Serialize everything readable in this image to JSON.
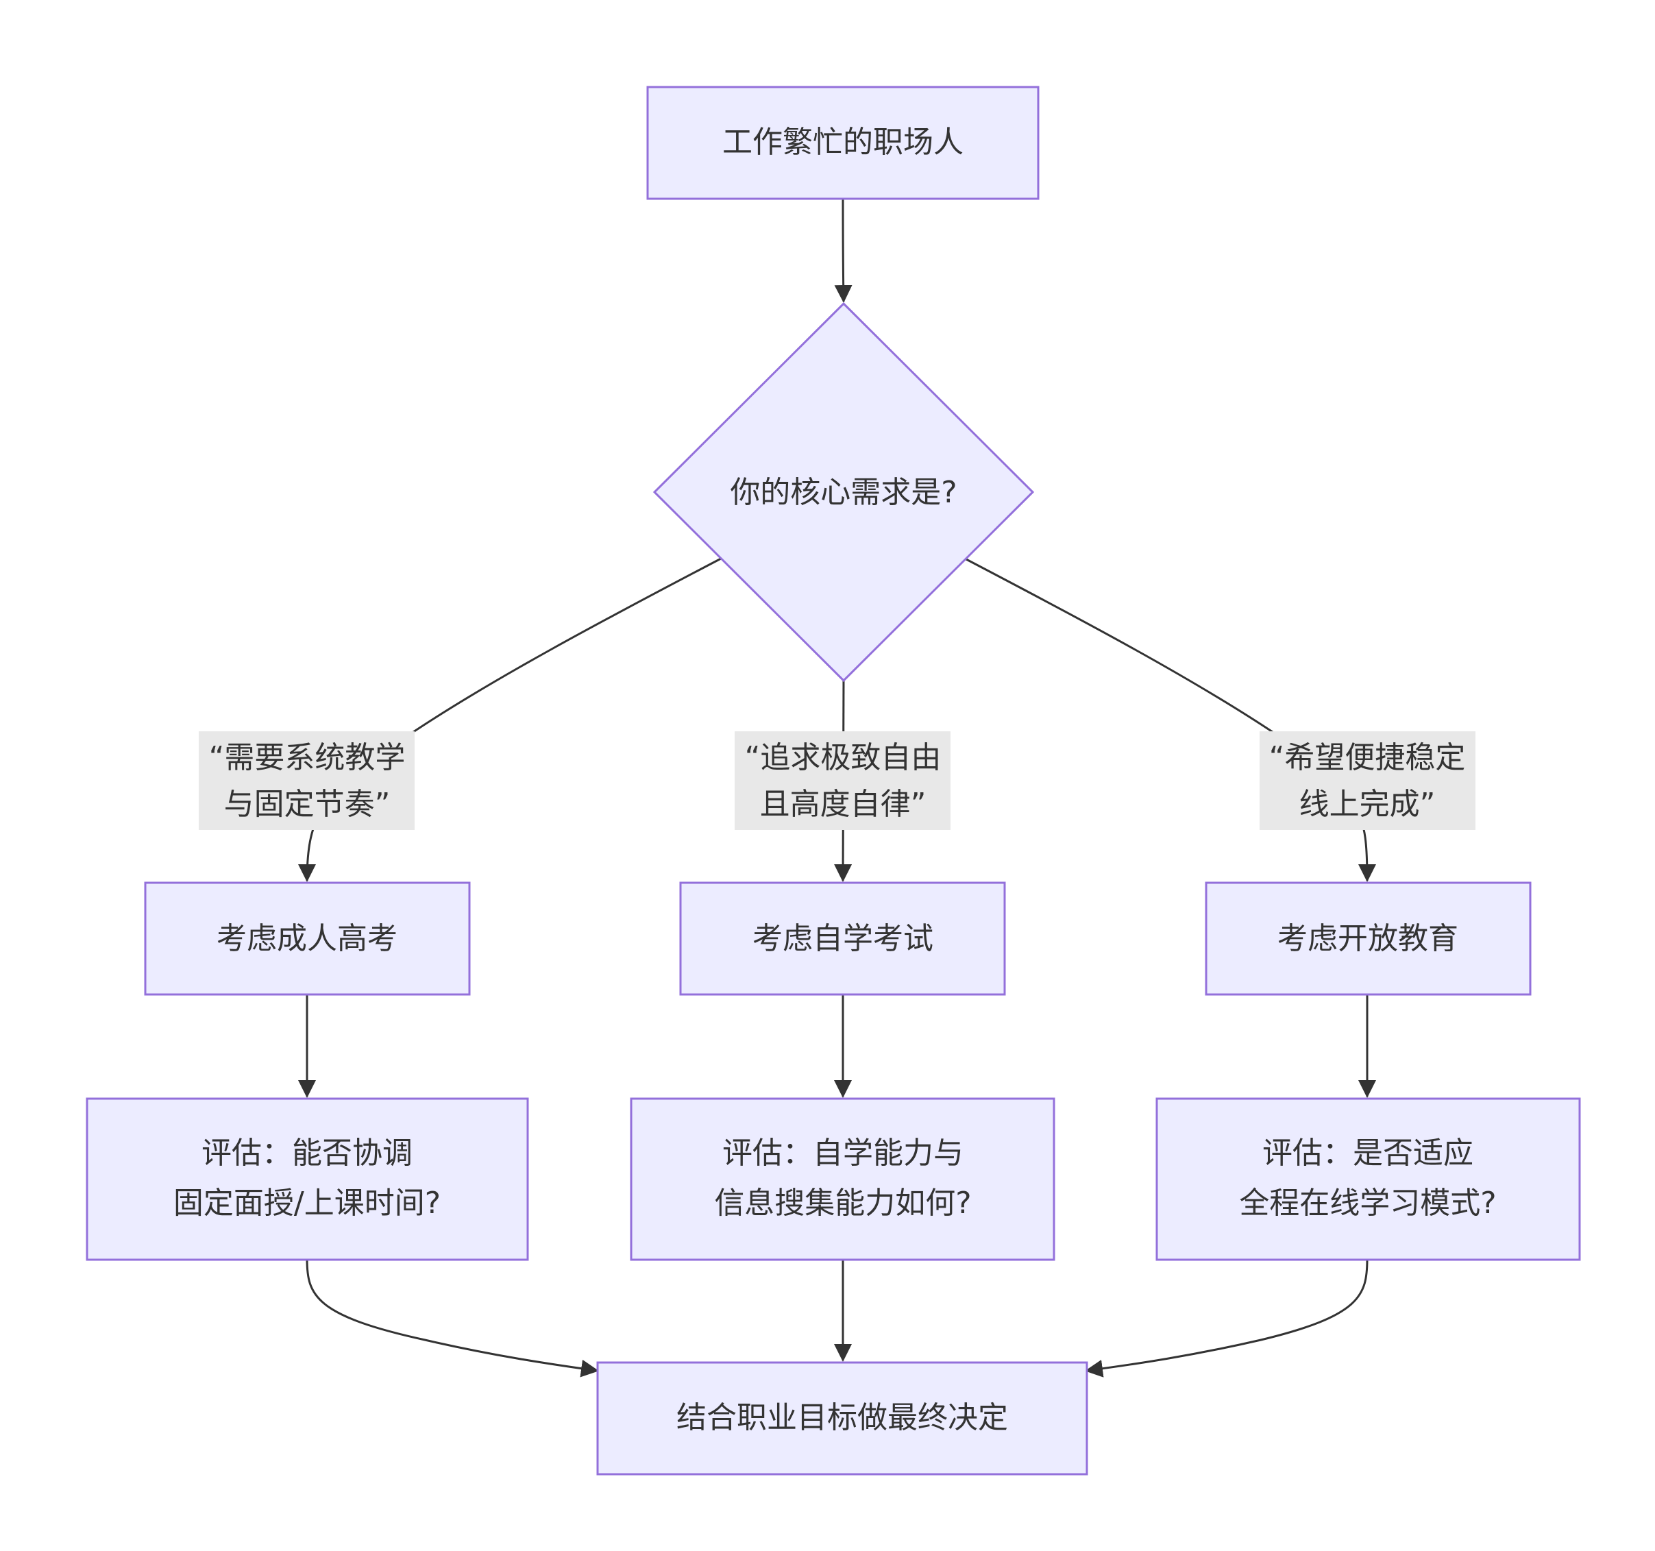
{
  "flowchart": {
    "start": "工作繁忙的职场人",
    "decision": "你的核心需求是?",
    "branches": [
      {
        "condition": [
          "“需要系统教学",
          "与固定节奏”"
        ],
        "option": "考虑成人高考",
        "assessment": [
          "评估：能否协调",
          "固定面授/上课时间?"
        ]
      },
      {
        "condition": [
          "“追求极致自由",
          "且高度自律”"
        ],
        "option": "考虑自学考试",
        "assessment": [
          "评估：自学能力与",
          "信息搜集能力如何?"
        ]
      },
      {
        "condition": [
          "“希望便捷稳定",
          "线上完成”"
        ],
        "option": "考虑开放教育",
        "assessment": [
          "评估：是否适应",
          "全程在线学习模式?"
        ]
      }
    ],
    "end": "结合职业目标做最终决定"
  },
  "colors": {
    "node_fill": "#ececff",
    "node_stroke": "#9370db",
    "edge": "#333333",
    "label_bg": "#e8e8e8",
    "text": "#333333"
  }
}
